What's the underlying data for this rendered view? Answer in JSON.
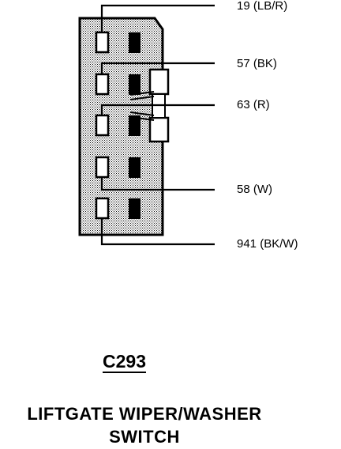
{
  "diagram": {
    "connector_id": "C293",
    "title_line1": "LIFTGATE WIPER/WASHER",
    "title_line2": "SWITCH",
    "wires": [
      {
        "circuit": "19 (LB/R)"
      },
      {
        "circuit": "57 (BK)"
      },
      {
        "circuit": "63 (R)"
      },
      {
        "circuit": "58 (W)"
      },
      {
        "circuit": "941 (BK/W)"
      }
    ]
  }
}
